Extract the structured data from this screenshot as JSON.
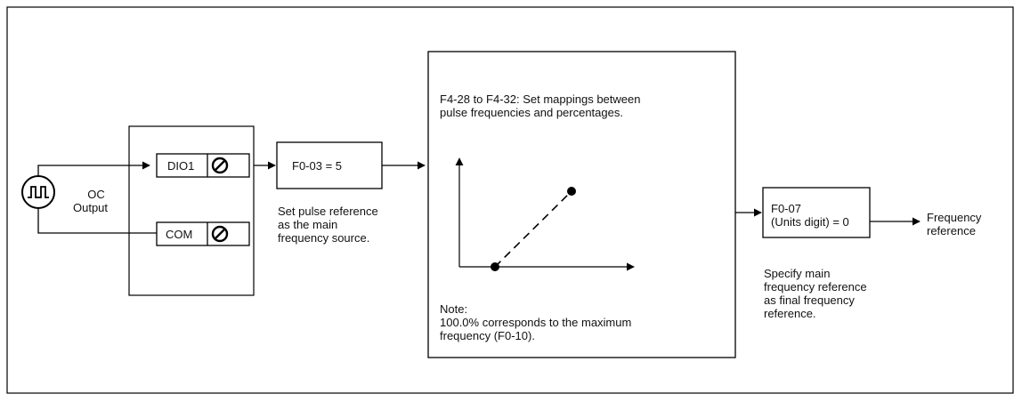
{
  "source": {
    "symbol": "pulse-source-icon",
    "label_line1": "OC",
    "label_line2": "Output"
  },
  "terminals": {
    "dio1": "DIO1",
    "com": "COM",
    "screw_icon": "screw-terminal-icon"
  },
  "f0_03": {
    "text": "F0-03  = 5",
    "desc_line1": "Set pulse reference",
    "desc_line2": "as the main",
    "desc_line3": "frequency source."
  },
  "mapping": {
    "title_line1": "F4-28 to F4-32: Set mappings between",
    "title_line2": "pulse frequencies and percentages.",
    "note_line1": "Note:",
    "note_line2": "100.0% corresponds to the maximum",
    "note_line3": "frequency (F0-10)."
  },
  "f0_07": {
    "line1": "F0-07",
    "line2": "(Units digit) = 0",
    "desc_line1": "Specify main",
    "desc_line2": "frequency reference",
    "desc_line3": "as final frequency",
    "desc_line4": "reference."
  },
  "output": {
    "line1": "Frequency",
    "line2": "reference"
  }
}
